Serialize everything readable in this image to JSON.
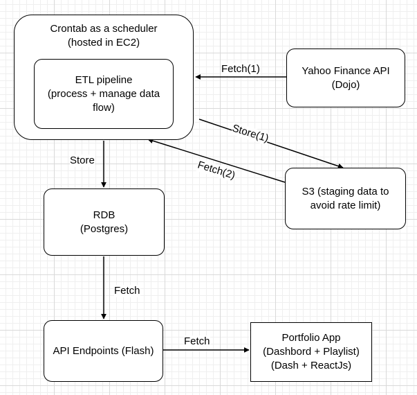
{
  "nodes": {
    "scheduler": "Crontab as a scheduler\n(hosted in EC2)",
    "etl": "ETL  pipeline\n(process + manage data\nflow)",
    "yahoo": "Yahoo Finance API\n(Dojo)",
    "s3": "S3 (staging data to\navoid rate limit)",
    "rdb": "RDB\n(Postgres)",
    "api": "API Endpoints (Flash)",
    "portfolio": "Portfolio App\n(Dashbord + Playlist)\n(Dash + ReactJs)"
  },
  "edges": {
    "fetch1": "Fetch(1)",
    "store1": "Store(1)",
    "fetch2": "Fetch(2)",
    "store": "Store",
    "fetch_rdb_api": "Fetch",
    "fetch_api_portfolio": "Fetch"
  }
}
